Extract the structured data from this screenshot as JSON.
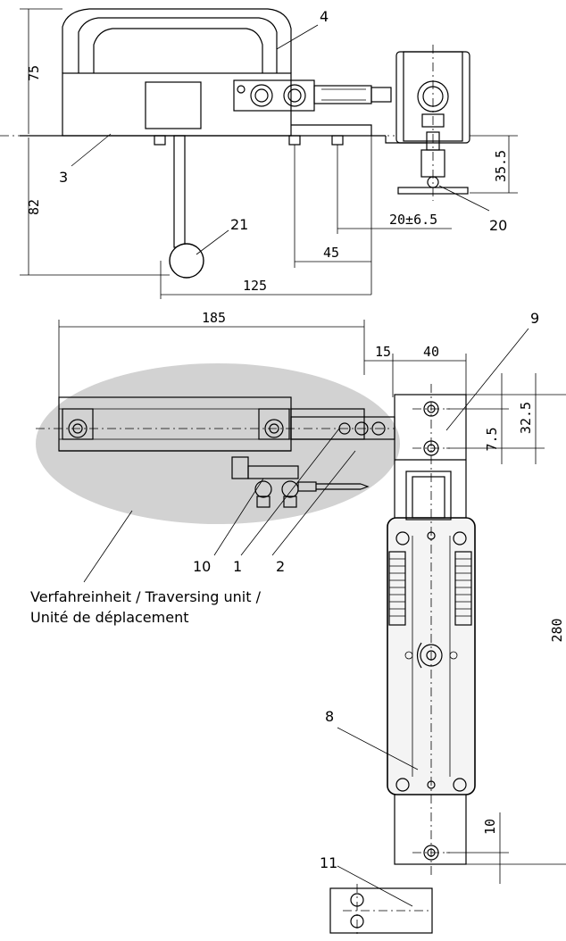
{
  "dimensions": {
    "d75": "75",
    "d82": "82",
    "d35_5": "35.5",
    "d20_6_5": "20±6.5",
    "d45": "45",
    "d125": "125",
    "d185": "185",
    "d15": "15",
    "d40": "40",
    "d7_5": "7.5",
    "d32_5": "32.5",
    "d280": "280",
    "d10": "10"
  },
  "references": {
    "r4": "4",
    "r3": "3",
    "r21": "21",
    "r20": "20",
    "r9": "9",
    "r10": "10",
    "r1": "1",
    "r2": "2",
    "r8": "8",
    "r11": "11"
  },
  "caption": {
    "line1": "Verfahreinheit / Traversing unit /",
    "line2": "Unité de déplacement"
  },
  "colors": {
    "line": "#000000",
    "highlight_ellipse": "#d2d2d2",
    "background": "#ffffff"
  }
}
